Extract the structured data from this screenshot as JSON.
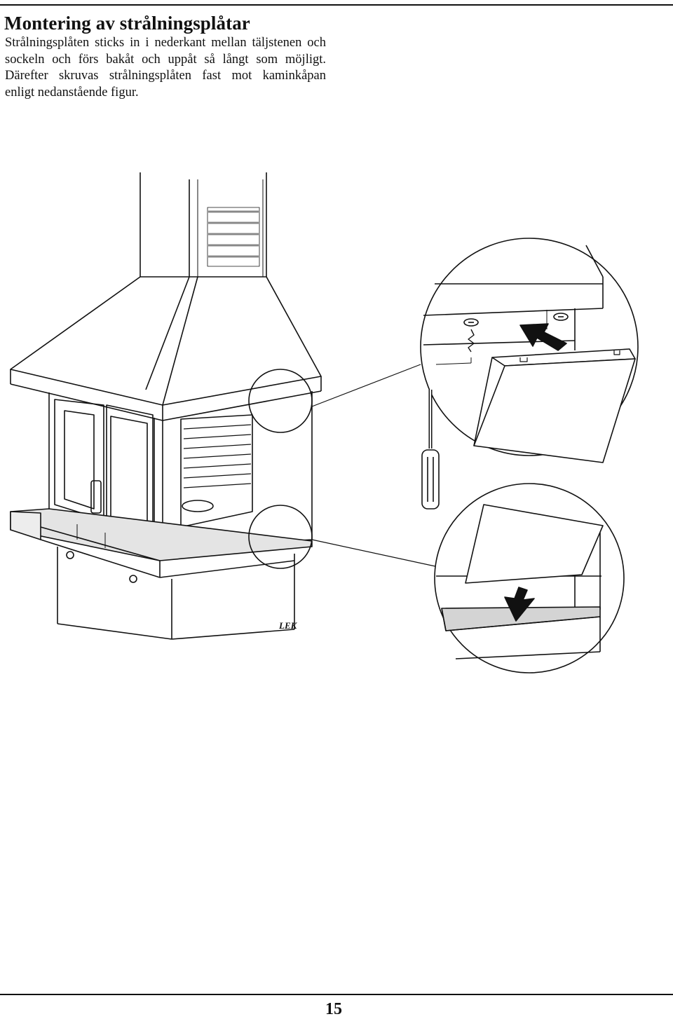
{
  "heading": "Montering av strålningsplåtar",
  "paragraph_lines": [
    "Strålningsplåten sticks in i nederkant mellan täljstenen och",
    "sockeln och förs bakåt och uppåt så långt som möjligt.",
    "Därefter skruvas strålningsplåten fast mot kaminkåpan",
    "enligt nedanstående figur."
  ],
  "figure": {
    "brand_label": "LEK"
  },
  "page_number": "15"
}
